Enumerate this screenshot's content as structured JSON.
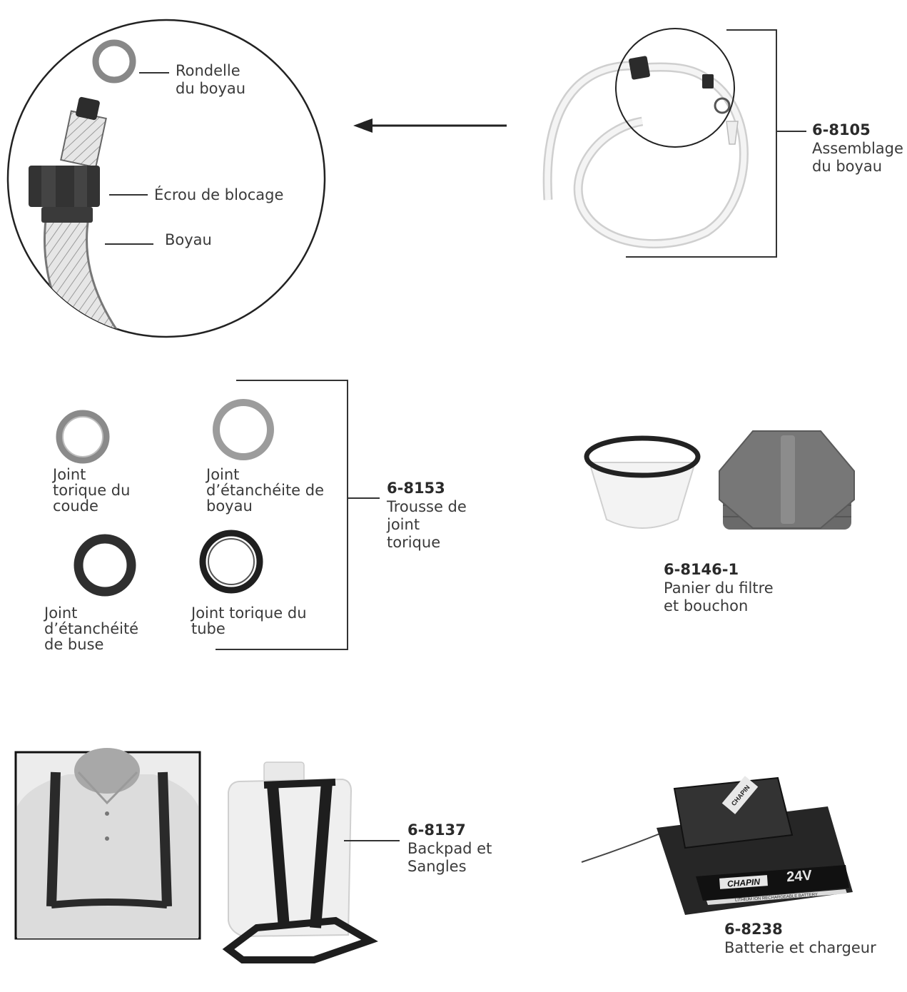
{
  "hose_detail": {
    "washer_label": "Rondelle\ndu boyau",
    "locknut_label": "Écrou de blocage",
    "hose_label": "Boyau"
  },
  "hose_assembly": {
    "code": "6-8105",
    "description": "Assemblage\ndu boyau"
  },
  "oring_kit": {
    "code": "6-8153",
    "description": "Trousse de\njoint\ntorique",
    "items": [
      {
        "label": "Joint\ntorique du\ncoude"
      },
      {
        "label": "Joint\nd’étanchéite de\nboyau"
      },
      {
        "label": "Joint\nd’étanchéité\nde buse"
      },
      {
        "label": "Joint torique du\ntube"
      }
    ]
  },
  "filter": {
    "code": "6-8146-1",
    "description": "Panier du filtre\net bouchon"
  },
  "backpad": {
    "code": "6-8137",
    "description": "Backpad et\nSangles"
  },
  "battery": {
    "code": "6-8238",
    "description": "Batterie et chargeur",
    "brand_text": "CHAPIN",
    "voltage_text": "24V",
    "band_text": "LITHIUM ION RECHARGEABLE BATTERY"
  }
}
